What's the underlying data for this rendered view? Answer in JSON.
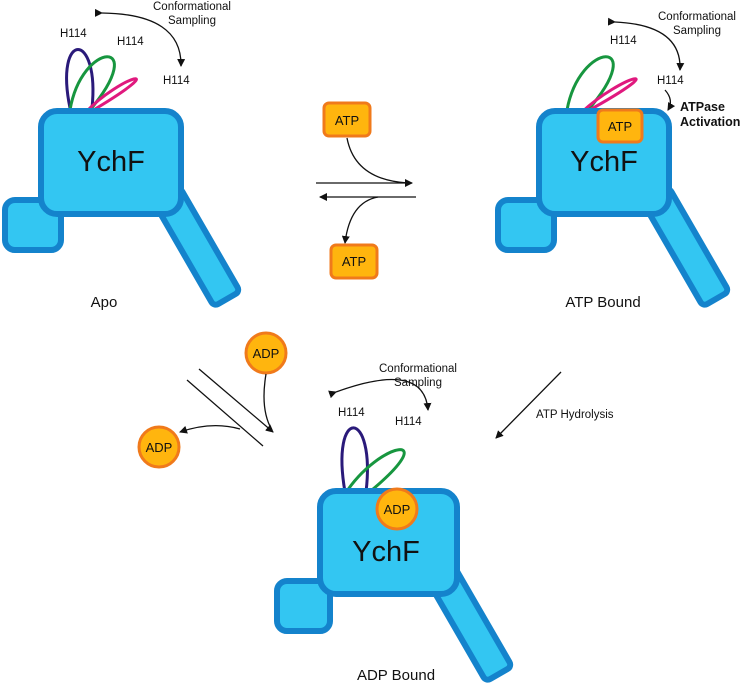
{
  "protein": {
    "name": "YchF"
  },
  "states": {
    "apo": "Apo",
    "atp_bound": "ATP Bound",
    "adp_bound": "ADP Bound"
  },
  "loops": {
    "residue": "H114"
  },
  "labels": {
    "conformational": "Conformational",
    "sampling": "Sampling",
    "atpase": "ATPase",
    "activation": "Activation",
    "atp_hydrolysis": "ATP Hydrolysis"
  },
  "ligands": {
    "atp": "ATP",
    "adp": "ADP"
  },
  "colors": {
    "protein_fill": "#33C6F2",
    "protein_stroke": "#1483CC",
    "ligand_fill": "#FFB50E",
    "ligand_stroke": "#F07A1B",
    "loop_navy": "#2A1A7A",
    "loop_green": "#17963F",
    "loop_magenta": "#E0197E"
  }
}
